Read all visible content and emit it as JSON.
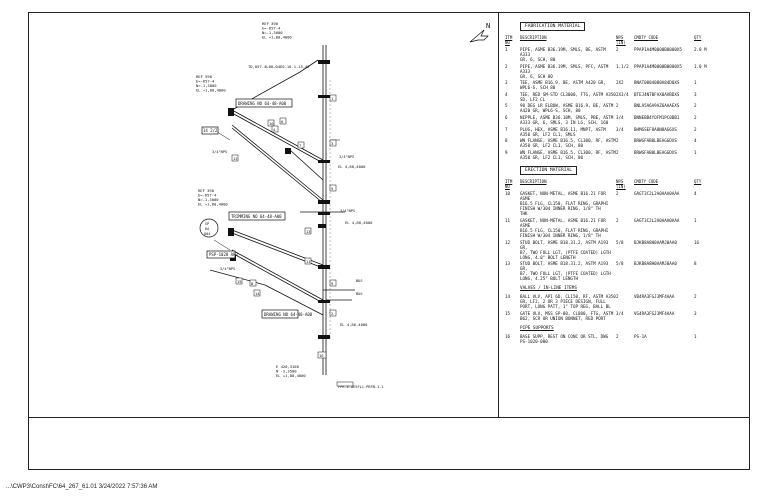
{
  "north_arrow": {
    "label": "N"
  },
  "drawing": {
    "callouts": [
      {
        "id": "c1",
        "text": "REF 390\nE=-657-4\nN=-1,3000\nEL +1,80,4000"
      },
      {
        "id": "c2",
        "text": "REF 590\nE=-657-4\nN=-1,3000\nEL +1,80,4000"
      },
      {
        "id": "c3",
        "text": "REF 390\nE=-657-4\nN=-1,3000\nEL +1,80,4000"
      },
      {
        "id": "c4",
        "text": "E 420,3100\nN -2,3500\nEL +1,80,4000"
      },
      {
        "id": "c5",
        "text": "EL 4,80,4000"
      },
      {
        "id": "c6",
        "text": "EL 4,80,4000"
      },
      {
        "id": "c7",
        "text": "EL 4,80,4000"
      },
      {
        "id": "c8",
        "text": "EL 4,80,4000"
      }
    ],
    "tags": [
      "PSP-1020",
      "3/4\"NPS",
      "3/4\"NPS",
      "3/4\"NPS",
      "3/4\"NPS",
      "5/8\"NPS"
    ],
    "boxed_labels": [
      "DRAWING NO 64-48-A00",
      "TRIMMING NO 64-48-A00",
      "DRAWING NO 64-48-A00",
      "PSP-1020 AH3",
      "14 2/2"
    ],
    "circle_label": "SP\n6A\n004",
    "bottom_tag": "FPK-6-AE5FL1-PRFN-1-1",
    "item_numbers": [
      "1",
      "2",
      "3",
      "4",
      "5",
      "6",
      "7",
      "8",
      "9",
      "10",
      "11",
      "12",
      "13",
      "14",
      "15",
      "16"
    ]
  },
  "fabrication": {
    "title": "FABRICATION MATERIAL",
    "headers": [
      "ITM\nNO",
      "DESCRIPTION",
      "NPS\n(IN)",
      "CMDTY CODE",
      "QTY"
    ],
    "rows": [
      [
        "1",
        "PIPE, ASME B36.19M, SMLS, BE, ASTM A333\nGR, 6, SCH, 80",
        "2",
        "PPAP1A4M0000B0000X5",
        "2.0 M"
      ],
      [
        "2",
        "PIPE, ASME B36.19M, SMLS, PFC, ASTM A333\nGR, 6, SCH 80",
        "1.1/2",
        "PPAP1A4M0000B0000X5",
        "1.0 M"
      ],
      [
        "3",
        "TEE, ASME B16.9, BE, ASTM A420 GR,\nWPL6-S, SCH 80",
        "2X2",
        "BNAT0004080A84D0XS",
        "1"
      ],
      [
        "4",
        "TEE, RED SM-STD CL3000, FTG, ASTM A350\nSD, LF2 CL",
        "2X3/4",
        "BTEJ4N7BFAX0AVBDXS",
        "3"
      ],
      [
        "5",
        "90 DEG LR ELBOW, ASME B16.9, BE, ASTM\nA420 GR, WPL6-S, SCH, 80",
        "2",
        "BNLA5A6A9AZ6AAAEXS",
        "2"
      ],
      [
        "6",
        "NIPPLE, ASME B36.10M, SMLS, PBE, ASTM\nA333 GR, 6, SMLS, 3 IN LG, SCH, 160",
        "3/4",
        "BNNEBB4YOFM1PC0BB1",
        "2"
      ],
      [
        "7",
        "PLUG, HEX, ASME B16.11, MNPT, ASTM\nA350 GR, LF2 CL1, SMLS",
        "3/4",
        "BHMGSEF8A8N8AG6XS",
        "2"
      ],
      [
        "8",
        "WN FLANGE, ASME B16.5, CL300, RF, ASTM\nA350 GR, LF2 CL1, SCH, 80",
        "2",
        "BRWGFAB0LBEAGGDXS",
        "4"
      ],
      [
        "9",
        "WN FLANGE, ASME B16.5, CL300, RF, ASTM\nA350 GR, LF2 CL1, SCH, 80",
        "2",
        "BRWGFAB0LBEAGGDXS",
        "1"
      ]
    ]
  },
  "erection": {
    "title": "ERECTION MATERIAL",
    "headers": [
      "ITM\nNO",
      "DESCRIPTION",
      "NPS\n(IN)",
      "CMDTY CODE",
      "QTY"
    ],
    "rows": [
      [
        "10",
        "GASKET, NON-METAL, ASME B16.21 FOR ASME\nB16.5 FLG, CL150, FLAT RING, GRAPHI\nFINISH W/304 INNER RING, 1/8\" TH\nTHK",
        "2",
        "GAGT3C2L2A0AAA0AAA",
        "4"
      ],
      [
        "11",
        "GASKET, NON-METAL, ASME B16.21 FOR ASME\nB16.5 FLG, CL150, FLAT RING, GRAPHI\nFINISH W/304 INNER RING, 1/8\" TH",
        "2",
        "GAGT3C2L2A0AAA0AAA",
        "1"
      ],
      [
        "12",
        "STUD BOLT, ASME B18.31.2, ASTM A193 GR,\nB7, TWO FULL LGT, (PTFE COATED) LGTH\nLONG, 4.0\" BOLT LENGTH",
        "5/8",
        "BJKB8A8H0AAMJ0AA0",
        "16"
      ],
      [
        "13",
        "STUD BOLT, ASME B18.31.2, ASTM A193 GR,\nB7, TWO FULL LGT, (PTFE COATED) LGTH\nLONG, 4.25\" BOLT LENGTH",
        "5/8",
        "BJKB8A8H0AAMJ0AA0",
        "8"
      ]
    ]
  },
  "valves": {
    "title": "VALVES / IN-LINE ITEMS",
    "rows": [
      [
        "14",
        "BALL VLV, API 6D, CL150, RF, ASTM A350\nGR, LF2, 2 OR 3 PIECE DESIGN, FULL\nPORT, LONG PATT, 1\" TOP REG, BALL BL",
        "2",
        "VB4RA3FGJ3MF4AAA",
        "2"
      ],
      [
        "15",
        "GATE VLV, MSS SP-80, CL800, FTG, ASTM\nB62, SCR OR UNION BONNET, RED PORT",
        "3/4",
        "VG4RA3FGJ3MF4AAA",
        "3"
      ]
    ]
  },
  "supports": {
    "title": "PIPE SUPPORTS",
    "rows": [
      [
        "16",
        "BASE SUPP, REST ON CONC OR STL, DWG\nPS-1020-000",
        "2",
        "PS-1A",
        "1"
      ]
    ]
  },
  "footer": {
    "path": "...\\CWP3\\Const\\FC\\64_267_61.01  3/24/2022 7:57:36 AM"
  }
}
